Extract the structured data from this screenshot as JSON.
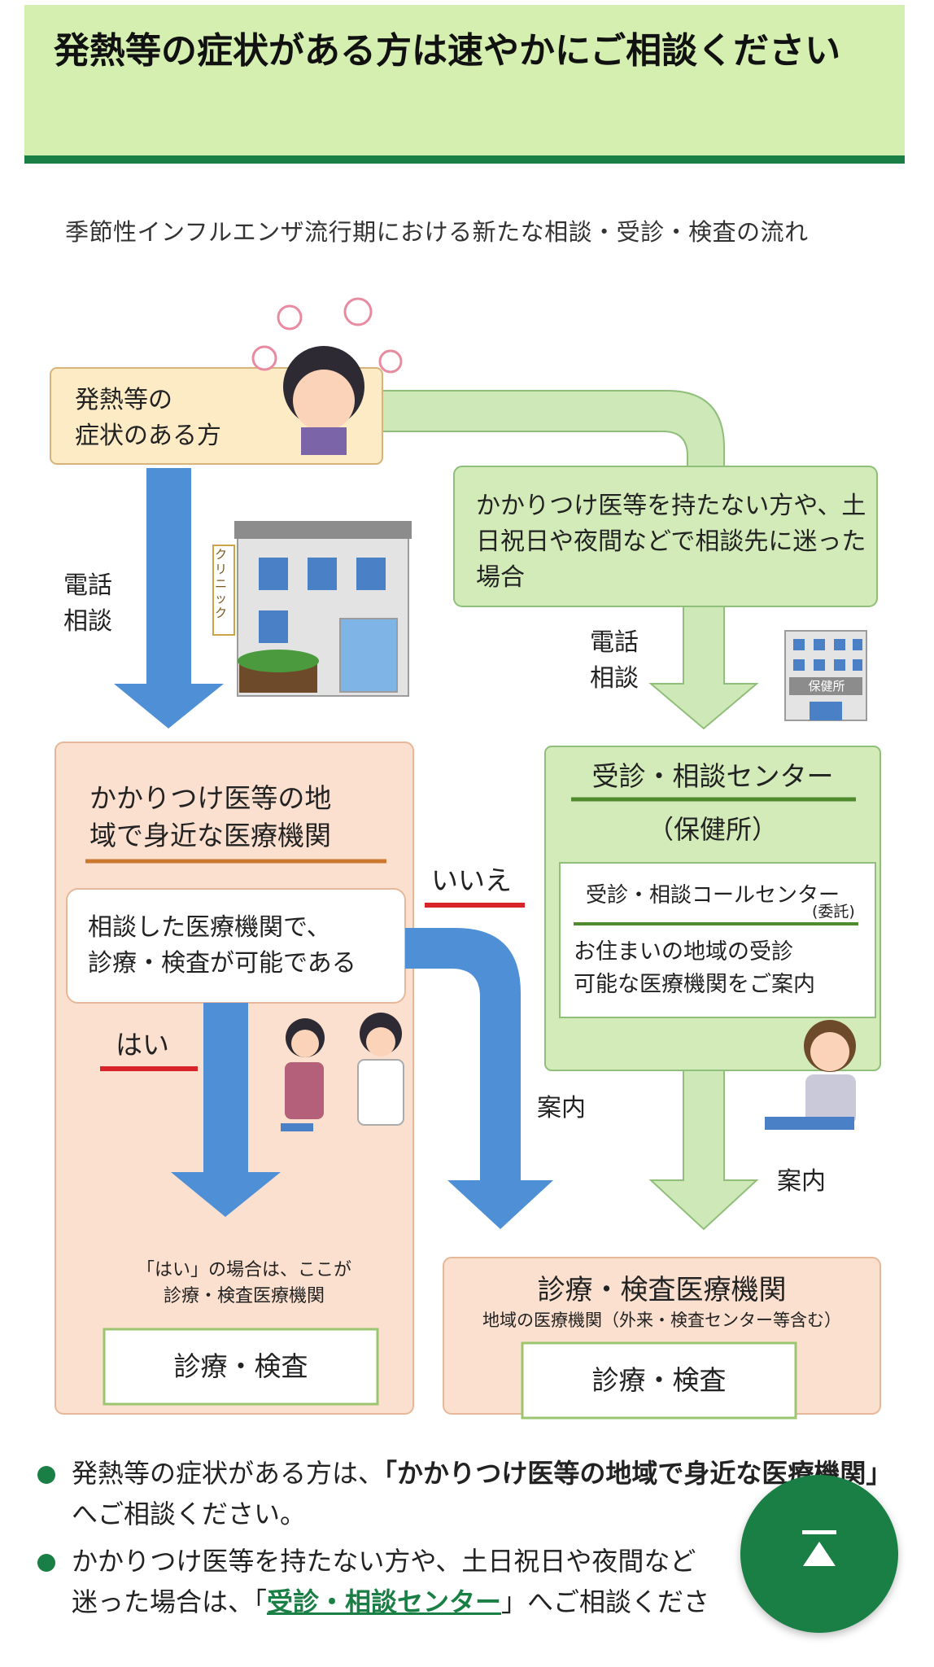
{
  "header": {
    "title": "発熱等の症状がある方は速やかにご相談ください"
  },
  "figure": {
    "subtitle": "季節性インフルエンザ流行期における新たな相談・受診・検査の流れ",
    "patient_box": "発熱等の\n症状のある方",
    "no_doctor_box": "かかりつけ医等を持たない方や、土日祝日や夜間などで相談先に迷った場合",
    "phone_left": "電話\n相談",
    "phone_right": "電話\n相談",
    "clinic_sign": "クリニック",
    "health_center_sign": "保健所",
    "local_title": "かかりつけ医等の地\n域で身近な医療機関",
    "question": "相談した医療機関で、\n診療・検査が可能である",
    "yes": "はい",
    "no": "いいえ",
    "yes_note": "「はい」の場合は、ここが\n診療・検査医療機関",
    "exam_label_left": "診療・検査",
    "center_title": "受診・相談センター",
    "center_sub": "（保健所）",
    "call_center_title": "受診・相談コールセンター",
    "call_center_itaku": "(委託)",
    "call_center_desc": "お住まいの地域の受診\n可能な医療機関をご案内",
    "guide_mid": "案内",
    "guide_right": "案内",
    "exam_inst_title": "診療・検査医療機関",
    "exam_inst_sub": "地域の医療機関（外来・検査センター等含む）",
    "exam_label_right": "診療・検査"
  },
  "bullets": {
    "b1_pre": "発熱等の症状がある方は、",
    "b1_bold": "「かかりつけ医等の地域で身近な医療機関」",
    "b1_post": "へご相談ください。",
    "b2_pre": "かかりつけ医等を持たない方や、土日祝日や夜間など",
    "b2_mid": "迷った場合は、「",
    "b2_link": "受診・相談センター",
    "b2_post": "」へご相談くださ"
  },
  "colors": {
    "accent": "#1a7f45",
    "header_bg": "#d5efb1",
    "peach": "#fbe0cf",
    "green_box": "#d2ebb8",
    "blue_arrow": "#4f8fd6"
  },
  "icons": {
    "scroll_top": "arrow-up-to-top-icon"
  }
}
